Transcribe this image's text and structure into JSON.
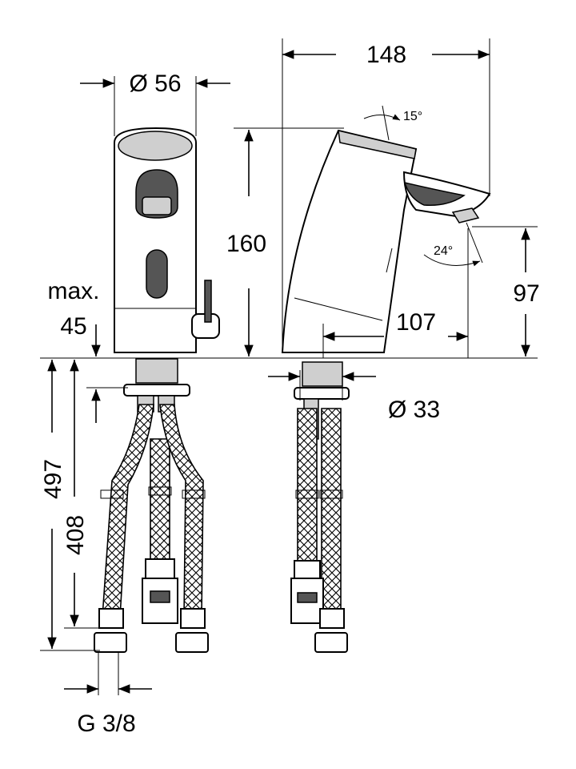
{
  "dimensions": {
    "width_148": "148",
    "diameter_56": "Ø 56",
    "angle_15": "15°",
    "height_160": "160",
    "angle_24": "24°",
    "height_97": "97",
    "max_label": "max.",
    "max_45": "45",
    "length_107": "107",
    "diameter_33": "Ø 33",
    "length_497": "497",
    "length_408": "408",
    "thread_g38": "G 3/8"
  }
}
